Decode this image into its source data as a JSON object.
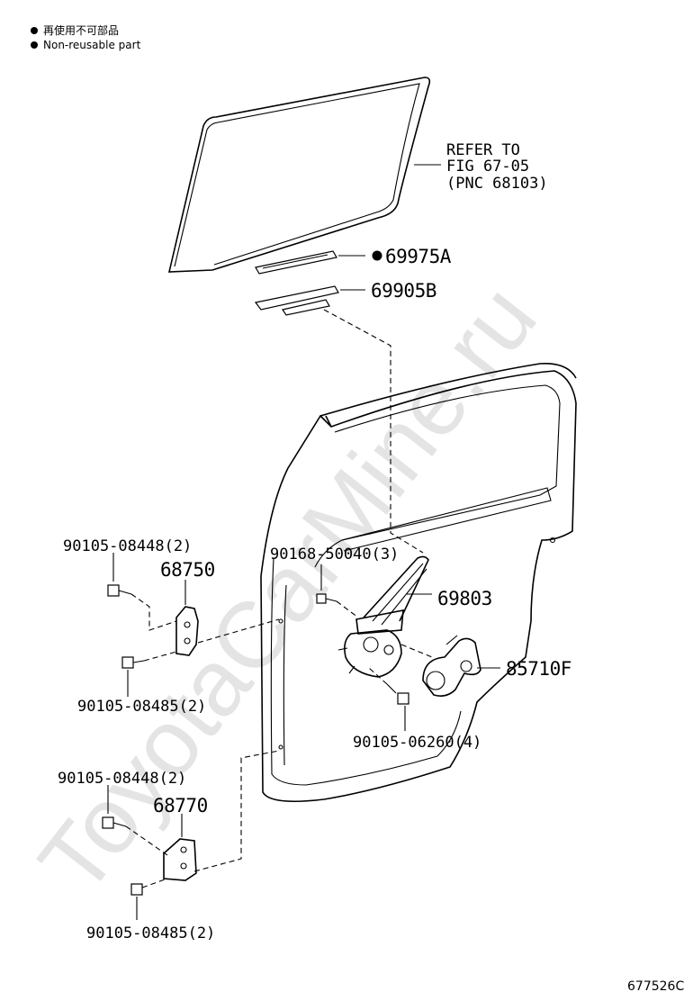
{
  "legend": {
    "jp": "再使用不可部品",
    "en": "Non-reusable part"
  },
  "watermark": "ToyotaCarMine.ru",
  "refer": {
    "line1": "REFER TO",
    "line2": "FIG 67-05",
    "line3": "(PNC 68103)"
  },
  "parts": {
    "p69975A": "69975A",
    "p69905B": "69905B",
    "p90168": "90168-50040(3)",
    "p69803": "69803",
    "p85710F": "85710F",
    "p90105_06260": "90105-06260(4)",
    "p90105_08448_top": "90105-08448(2)",
    "p68750": "68750",
    "p90105_08485_top": "90105-08485(2)",
    "p90105_08448_bot": "90105-08448(2)",
    "p68770": "68770",
    "p90105_08485_bot": "90105-08485(2)"
  },
  "illustration_id": "677526C",
  "colors": {
    "ink": "#000000",
    "watermark": "#dcdcdc",
    "background": "#ffffff"
  }
}
